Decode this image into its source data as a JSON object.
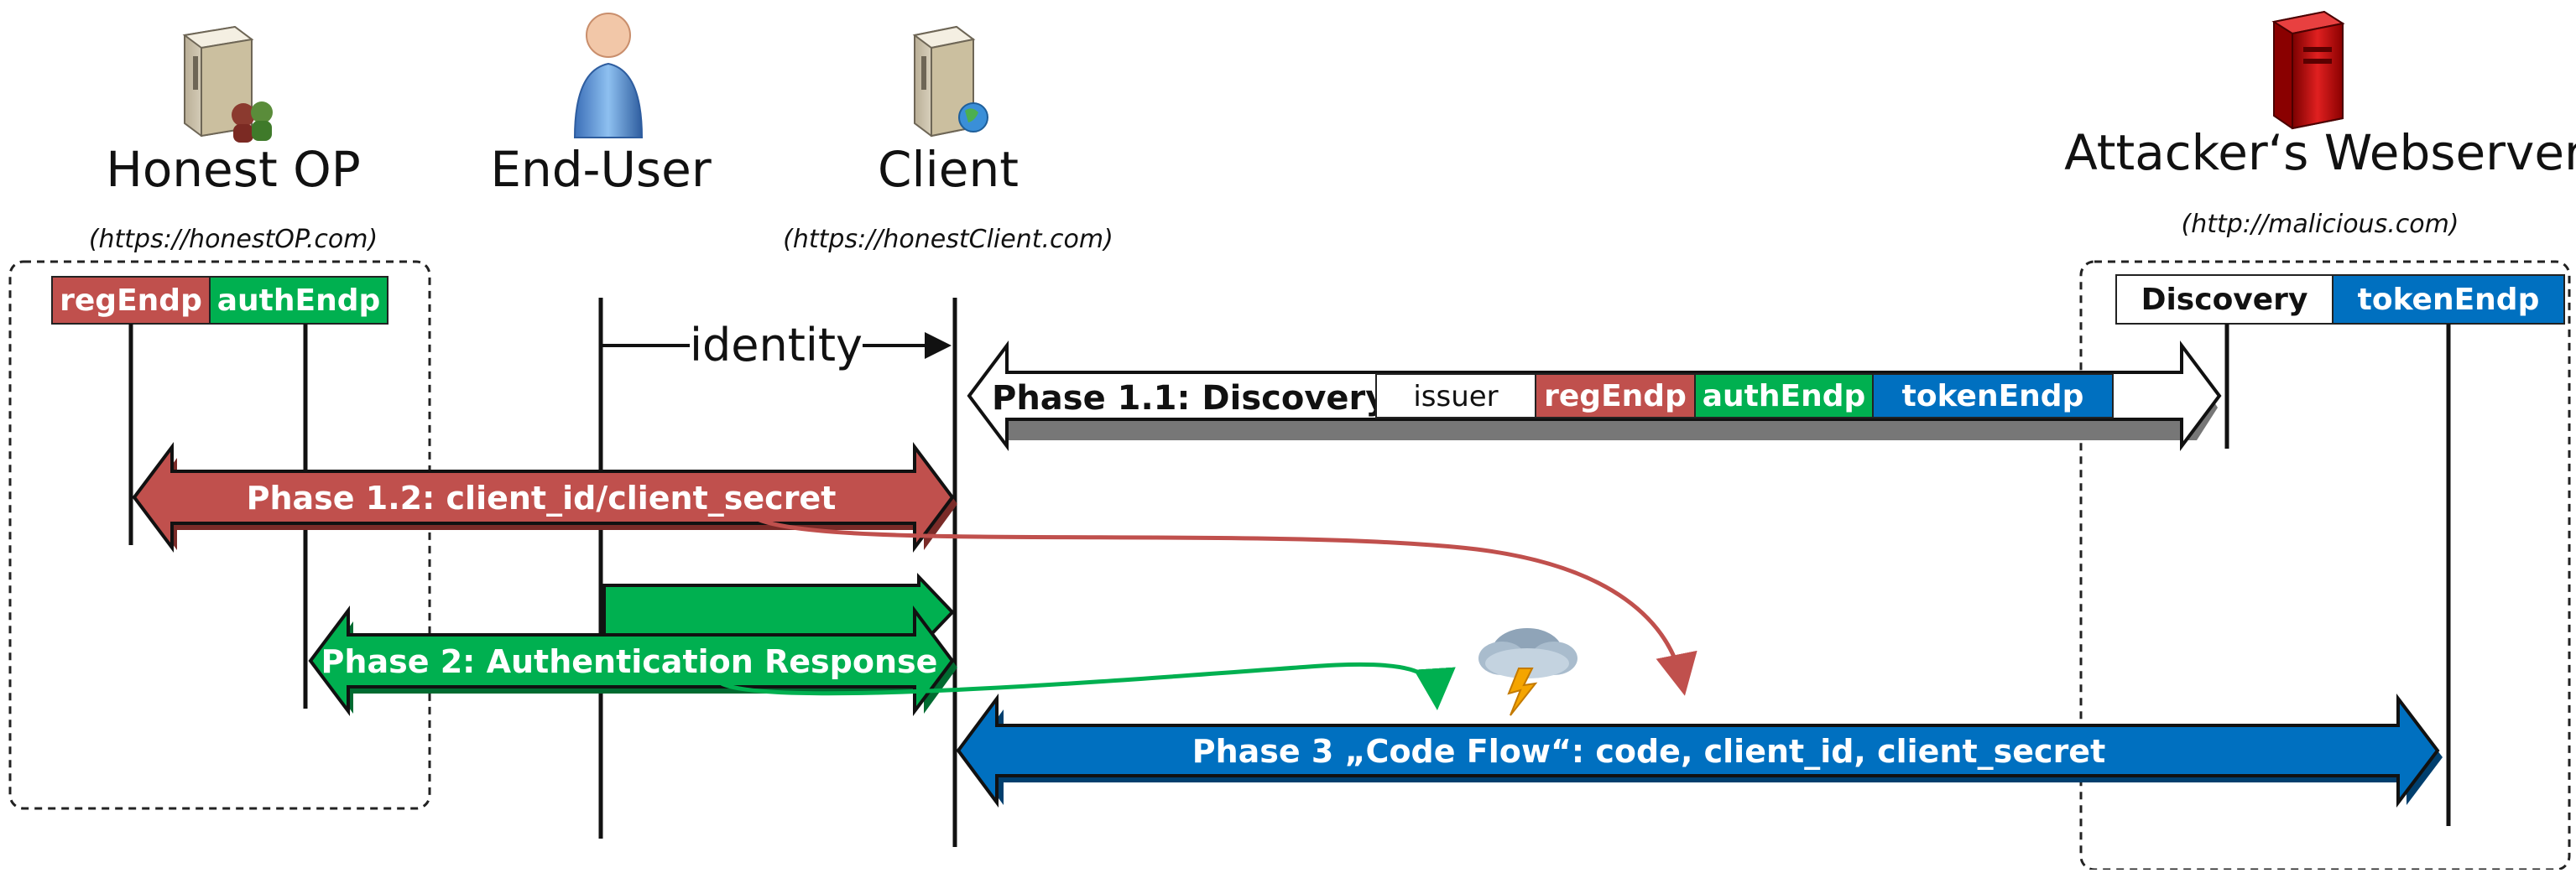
{
  "actors": {
    "honest_op": {
      "name": "Honest OP",
      "origin": "(https://honestOP.com)"
    },
    "end_user": {
      "name": "End-User"
    },
    "client": {
      "name": "Client",
      "origin": "(https://honestClient.com)"
    },
    "attacker": {
      "name": "Attacker‘s Webserver",
      "origin": "(http://malicious.com)"
    }
  },
  "endpoints": {
    "honest_op": {
      "reg": "regEndp",
      "auth": "authEndp"
    },
    "attacker": {
      "discovery": "Discovery",
      "token": "tokenEndp"
    }
  },
  "messages": {
    "identity": "identity",
    "phase_1_1": {
      "label": "Phase 1.1: Discovery",
      "fields": [
        "issuer",
        "regEndp",
        "authEndp",
        "tokenEndp"
      ]
    },
    "phase_1_2": "Phase 1.2: client_id/client_secret",
    "phase_2": "Phase 2: Authentication Response",
    "phase_3": "Phase 3 „Code Flow“: code, client_id, client_secret"
  },
  "colors": {
    "red": "#c0504d",
    "green": "#00b050",
    "blue": "#0070c0",
    "gray": "#808080",
    "attacker_server": "#c00000"
  },
  "icons": [
    "honest-op-server-icon",
    "end-user-icon",
    "client-server-icon",
    "attacker-server-icon",
    "storm-cloud-icon"
  ]
}
